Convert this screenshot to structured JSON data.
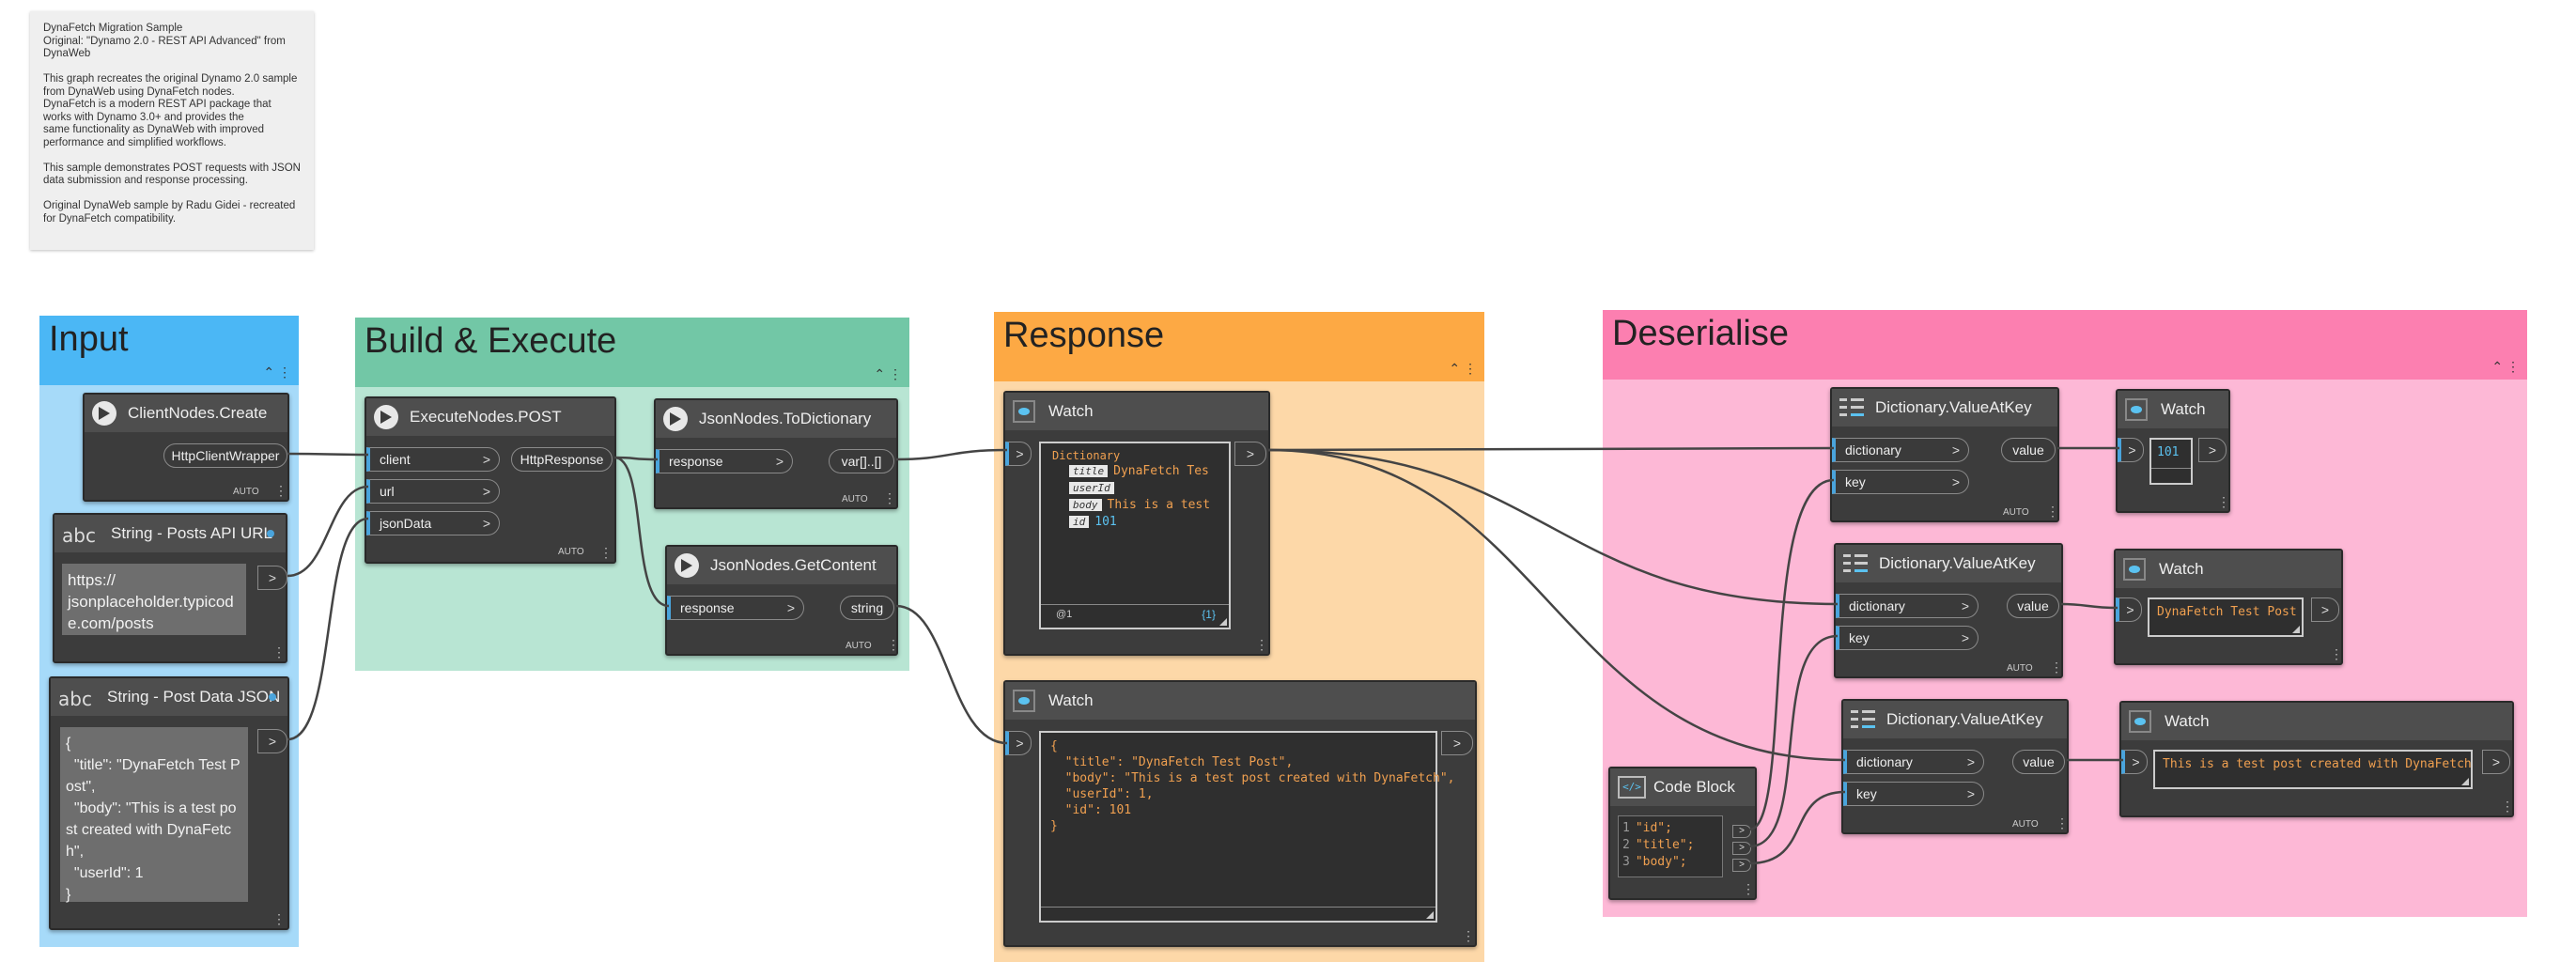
{
  "note": {
    "lines": [
      "DynaFetch Migration Sample\nOriginal: \"Dynamo 2.0 - REST API Advanced\" from DynaWeb",
      "This graph recreates the original Dynamo 2.0 sample from DynaWeb using DynaFetch nodes.\nDynaFetch is a modern REST API package that works with Dynamo 3.0+ and provides the\nsame functionality as DynaWeb with improved performance and simplified workflows.",
      "This sample demonstrates POST requests with JSON data submission and response processing.",
      "Original DynaWeb sample by Radu Gidei - recreated for DynaFetch compatibility."
    ]
  },
  "groups": {
    "input": {
      "title": "Input",
      "color": "#a6daf9",
      "header_color": "#4bb7f5"
    },
    "build": {
      "title": "Build & Execute",
      "color": "#b8e5d3",
      "header_color": "#72c7a6"
    },
    "response": {
      "title": "Response",
      "color": "#fdd8a8",
      "header_color": "#fda944"
    },
    "deserialise": {
      "title": "Deserialise",
      "color": "#fdb8d6",
      "header_color": "#fc7fb0"
    }
  },
  "nodes": {
    "client_create": {
      "title": "ClientNodes.Create",
      "out": "HttpClientWrapper",
      "lacing": "AUTO"
    },
    "str_url": {
      "title": "String - Posts API URL",
      "value": "https://\njsonplaceholder.typicode.com/posts",
      "out": ">"
    },
    "str_json": {
      "title": "String - Post Data JSON",
      "value": "{\n  \"title\": \"DynaFetch Test Post\",\n  \"body\": \"This is a test post created with DynaFetch\",\n  \"userId\": 1\n}",
      "out": ">"
    },
    "post": {
      "title": "ExecuteNodes.POST",
      "in1": "client",
      "in2": "url",
      "in3": "jsonData",
      "out": "HttpResponse",
      "lacing": "AUTO"
    },
    "to_dict": {
      "title": "JsonNodes.ToDictionary",
      "in1": "response",
      "out": "var[]..[]",
      "lacing": "AUTO"
    },
    "get_content": {
      "title": "JsonNodes.GetContent",
      "in1": "response",
      "out": "string",
      "lacing": "AUTO"
    },
    "watch1": {
      "title": "Watch",
      "dict_label": "Dictionary",
      "k1": "title",
      "v1": "DynaFetch Tes",
      "k2": "userId",
      "v2": "",
      "k3": "body",
      "v3": "This is a test",
      "k4": "id",
      "v4": "101",
      "footer_left": "@1",
      "footer_right": "{1}"
    },
    "watch2": {
      "title": "Watch",
      "json_text": "{\n  \"title\": \"DynaFetch Test Post\",\n  \"body\": \"This is a test post created with DynaFetch\",\n  \"userId\": 1,\n  \"id\": 101\n}"
    },
    "vak1": {
      "title": "Dictionary.ValueAtKey",
      "in1": "dictionary",
      "in2": "key",
      "out": "value",
      "lacing": "AUTO"
    },
    "vak2": {
      "title": "Dictionary.ValueAtKey",
      "in1": "dictionary",
      "in2": "key",
      "out": "value",
      "lacing": "AUTO"
    },
    "vak3": {
      "title": "Dictionary.ValueAtKey",
      "in1": "dictionary",
      "in2": "key",
      "out": "value",
      "lacing": "AUTO"
    },
    "w_id": {
      "title": "Watch",
      "value": "101"
    },
    "w_title": {
      "title": "Watch",
      "value": "DynaFetch Test Post"
    },
    "w_body": {
      "title": "Watch",
      "value": "This is a test post created with DynaFetch"
    },
    "code_block": {
      "title": "Code Block",
      "lines": [
        "\"id\";",
        "\"title\";",
        "\"body\";"
      ],
      "nums": [
        "1",
        "2",
        "3"
      ]
    }
  },
  "common": {
    "arrow": ">",
    "menu": "⋮",
    "collapse": "⌃"
  }
}
